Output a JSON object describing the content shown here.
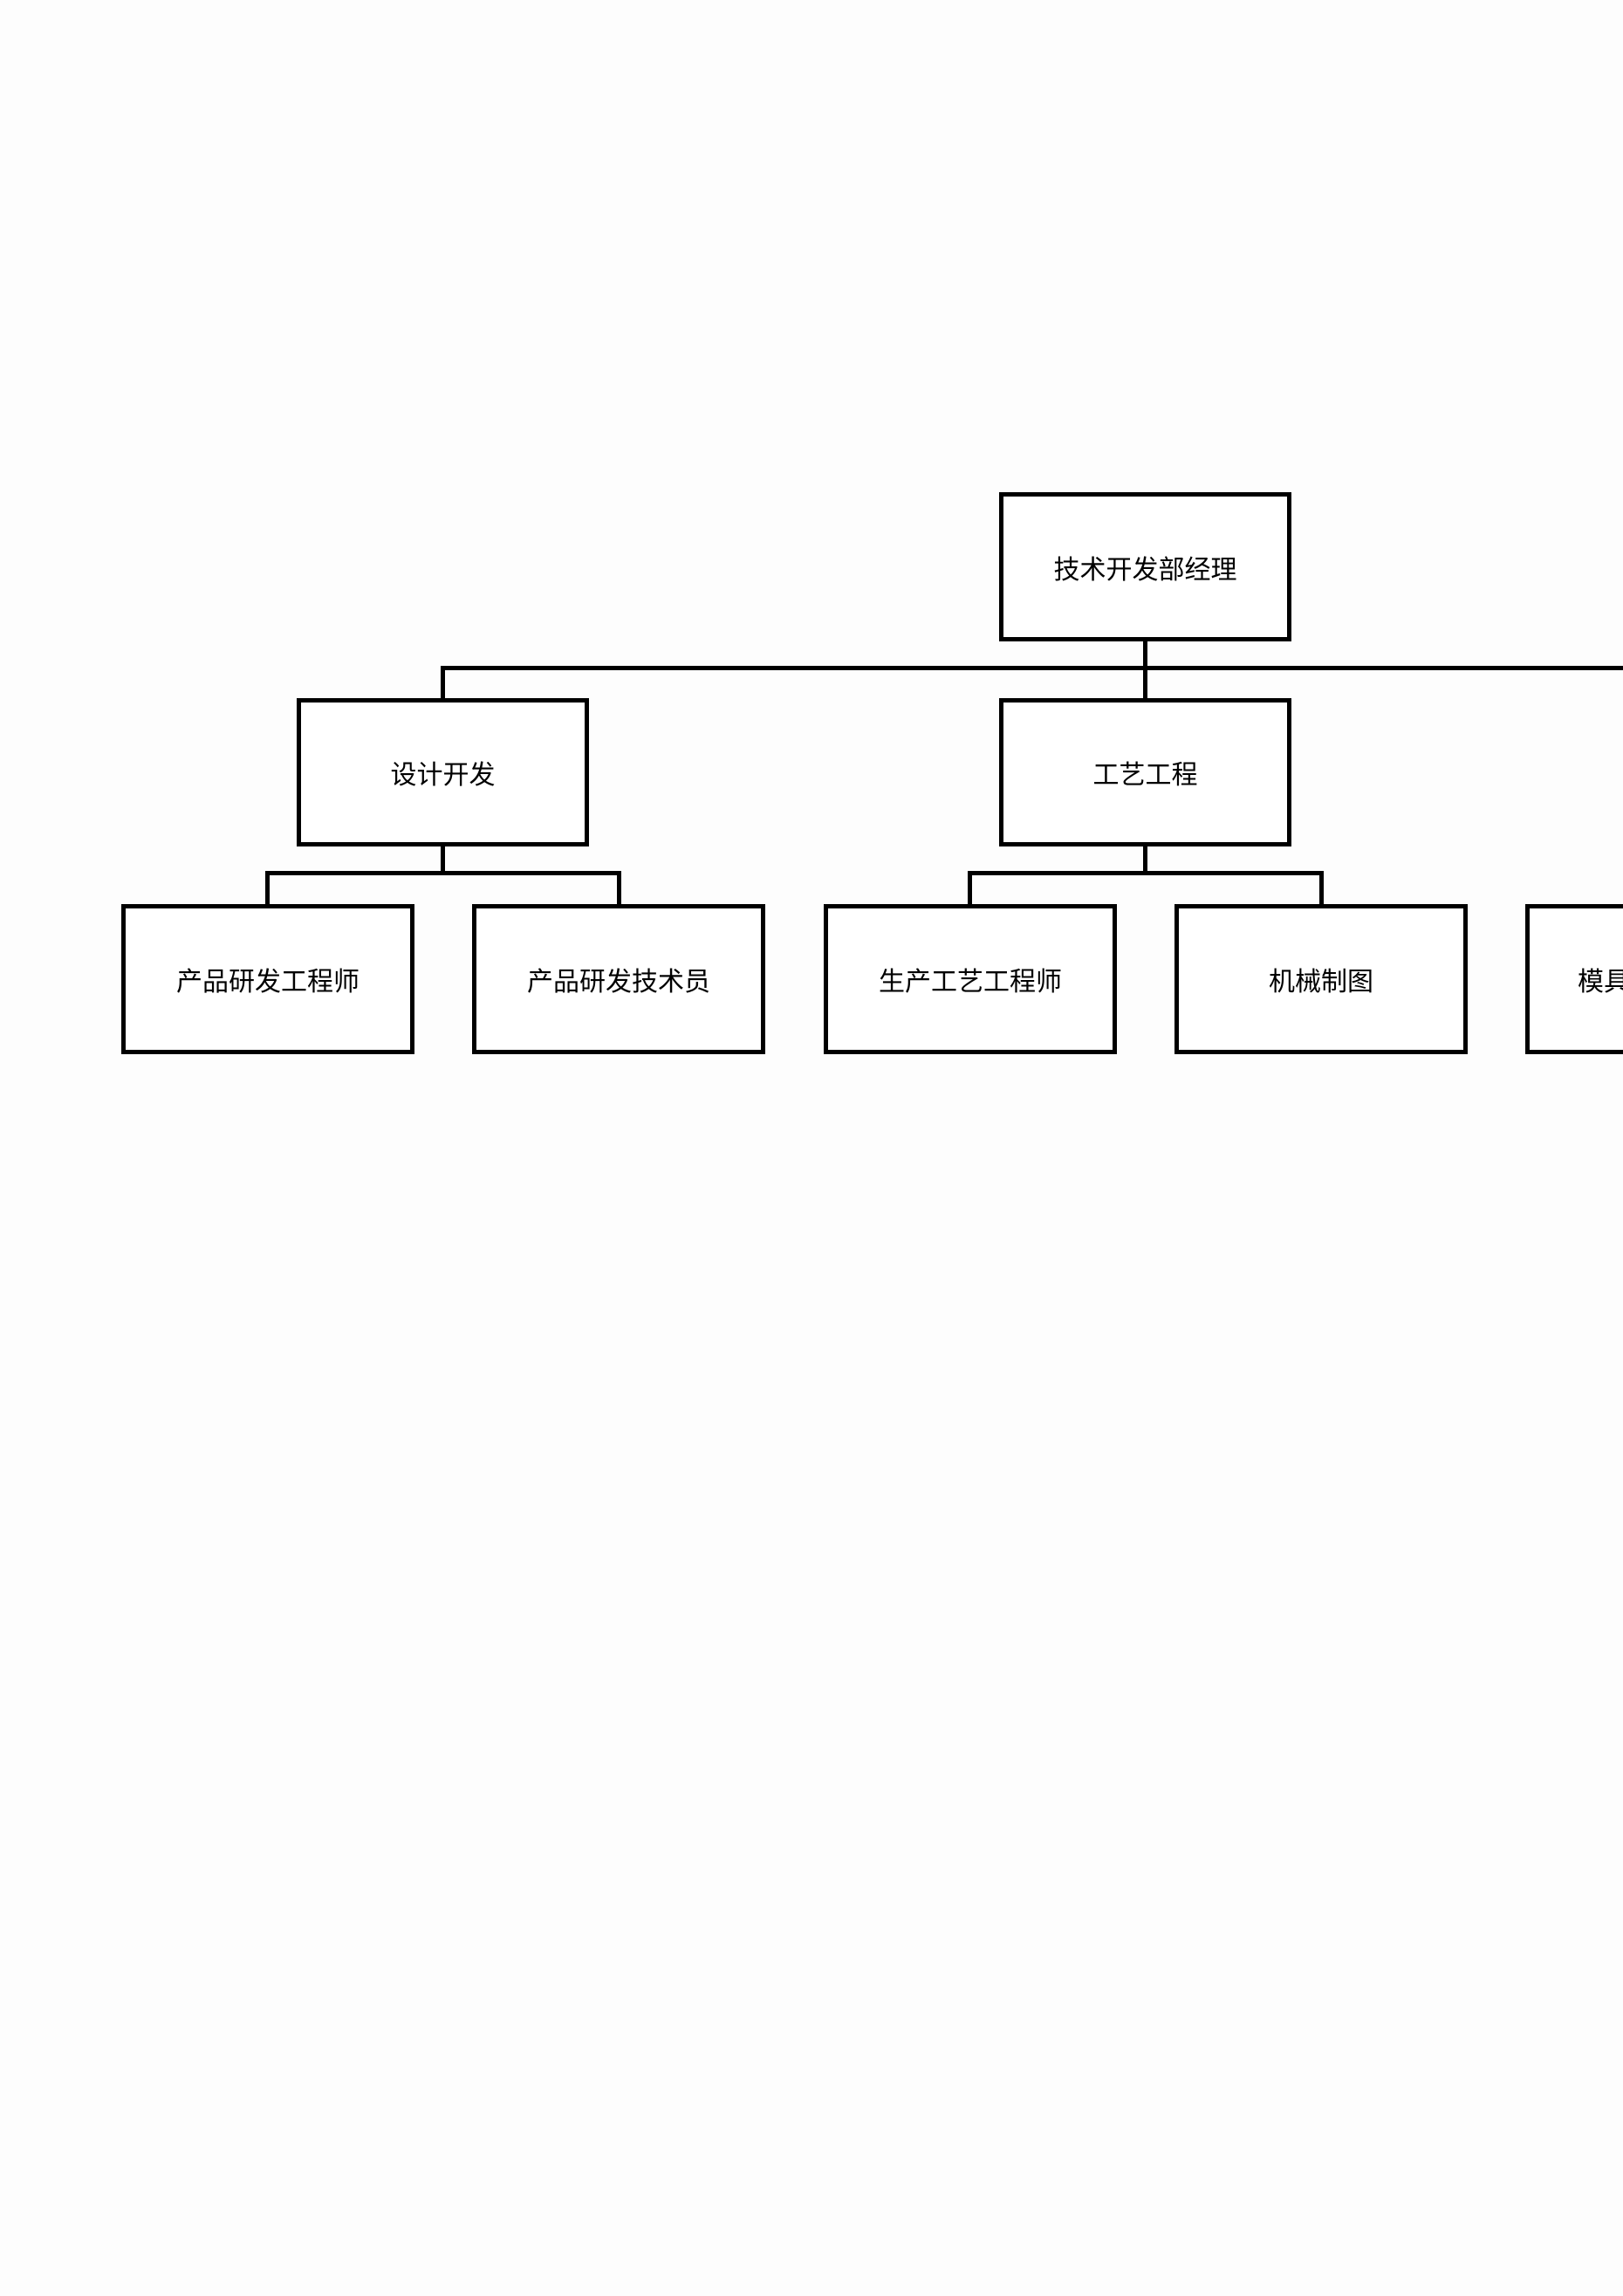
{
  "org_chart": {
    "root": {
      "label": "技术开发部经理"
    },
    "departments": [
      {
        "label": "设计开发",
        "positions": [
          "产品研发工程师",
          "产品研发技术员"
        ]
      },
      {
        "label": "工艺工程",
        "positions": [
          "生产工艺工程师",
          "机械制图"
        ]
      }
    ],
    "truncated_position": {
      "label": "模具"
    }
  },
  "colors": {
    "line": "#000000",
    "box_fill": "#ffffff",
    "page": "#fdfdfd"
  }
}
